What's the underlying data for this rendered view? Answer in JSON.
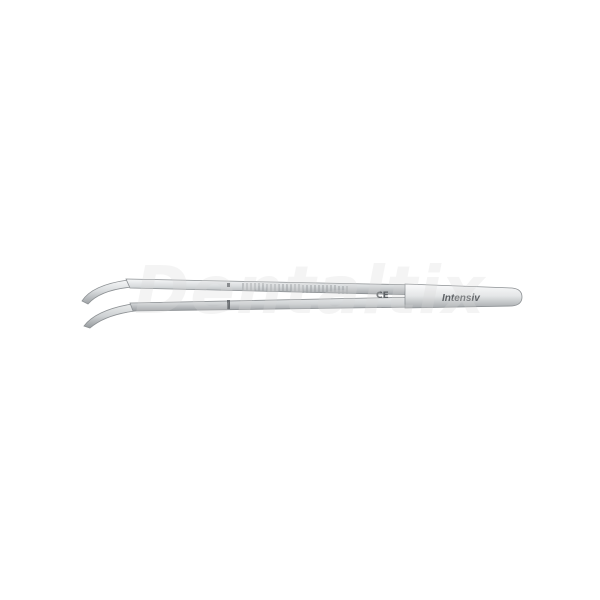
{
  "product": {
    "brand_engraving": "Intensiv",
    "ce_mark": "CE"
  },
  "watermark": {
    "text": "Dentaltix"
  },
  "icons": [
    "curved-tweezers-icon"
  ],
  "colors": {
    "background": "#ffffff",
    "steel_light": "#eef0f1",
    "steel_mid": "#c9cccf",
    "steel_dark": "#8d9194",
    "engraving": "#5d6165",
    "watermark": "#d7d7d7"
  }
}
